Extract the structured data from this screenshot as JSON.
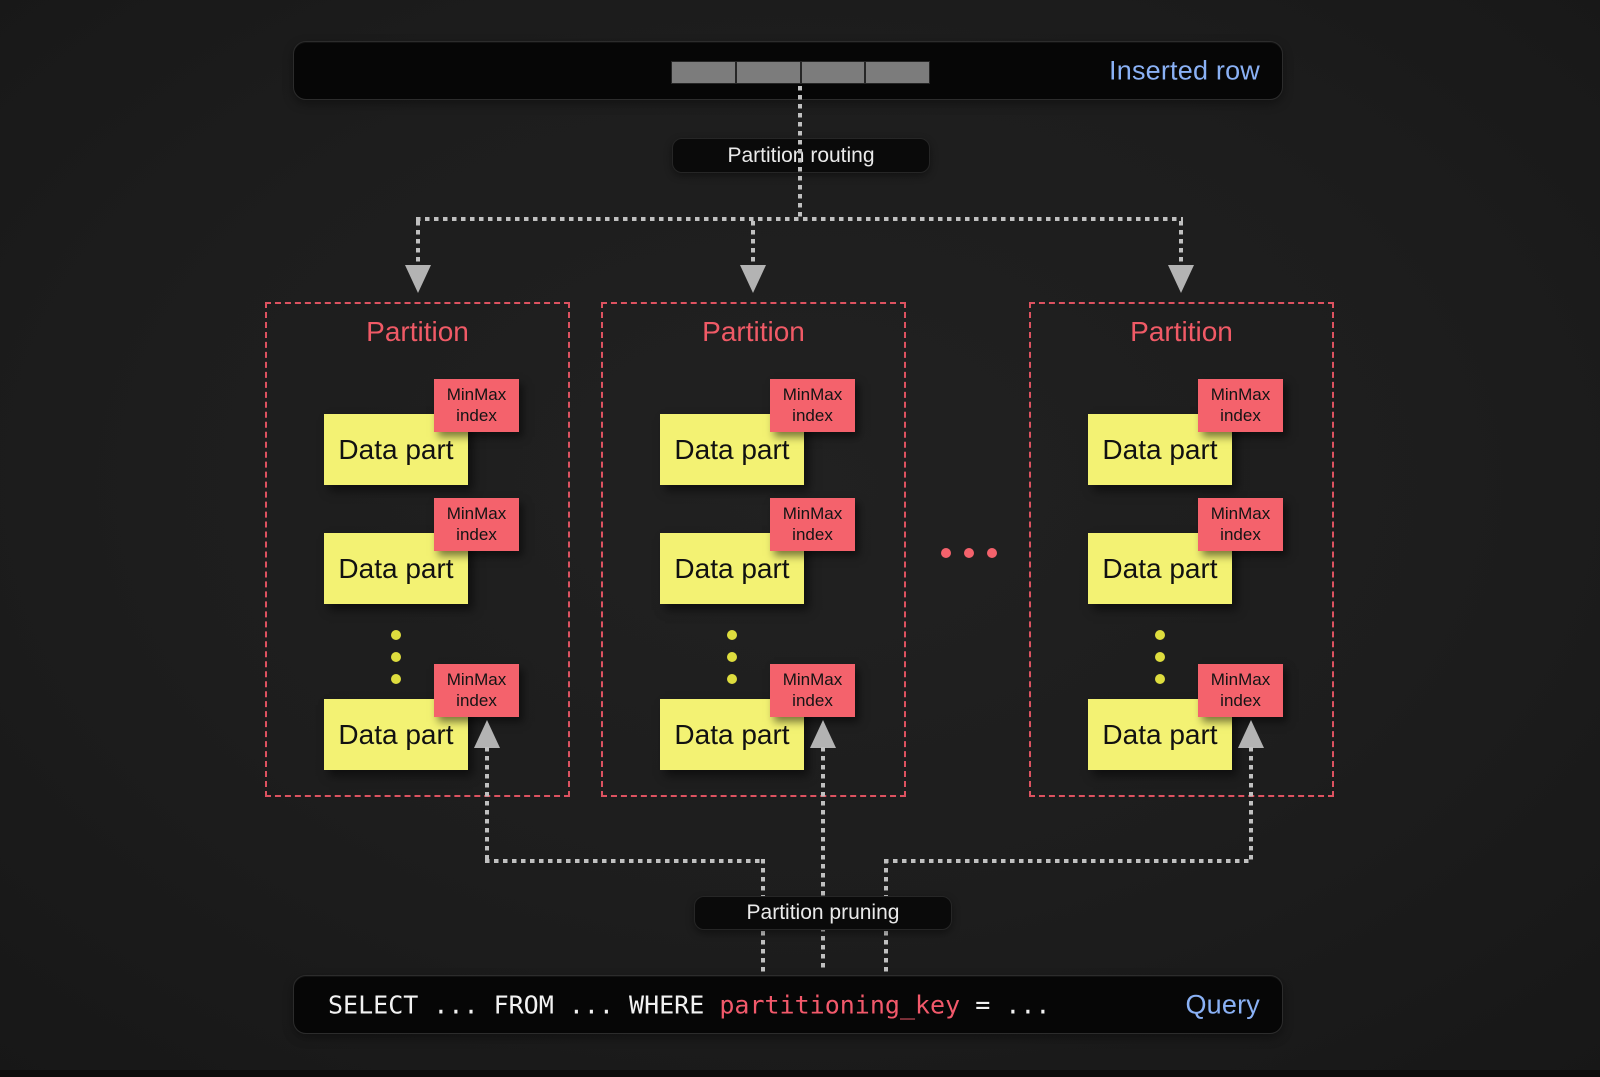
{
  "inserted_row_bar": {
    "label": "Inserted row",
    "segment_count": 4
  },
  "flow_labels": {
    "routing": "Partition routing",
    "pruning": "Partition pruning"
  },
  "partitions": [
    {
      "title": "Partition",
      "parts": [
        {
          "label": "Data part",
          "index_label": "MinMax index"
        },
        {
          "label": "Data part",
          "index_label": "MinMax index"
        },
        {
          "label": "Data part",
          "index_label": "MinMax index"
        }
      ]
    },
    {
      "title": "Partition",
      "parts": [
        {
          "label": "Data part",
          "index_label": "MinMax index"
        },
        {
          "label": "Data part",
          "index_label": "MinMax index"
        },
        {
          "label": "Data part",
          "index_label": "MinMax index"
        }
      ]
    },
    {
      "title": "Partition",
      "parts": [
        {
          "label": "Data part",
          "index_label": "MinMax index"
        },
        {
          "label": "Data part",
          "index_label": "MinMax index"
        },
        {
          "label": "Data part",
          "index_label": "MinMax index"
        }
      ]
    }
  ],
  "query_bar": {
    "code_before": "SELECT ... FROM ... WHERE ",
    "code_key": "partitioning_key",
    "code_after": " = ...",
    "label": "Query"
  },
  "colors": {
    "accent_blue": "#8ab1f5",
    "partition_pink": "#f05a66",
    "tag_red": "#f4626c",
    "part_yellow": "#f3f273",
    "line_gray": "#c0c0c0",
    "border_red": "#dd5260"
  }
}
